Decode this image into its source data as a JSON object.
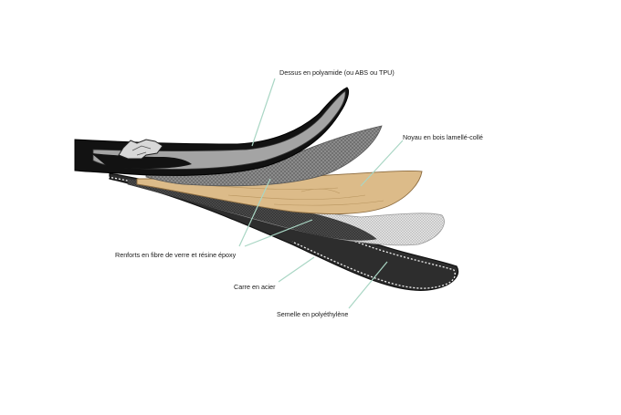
{
  "labels": {
    "top_sheet": "Dessus en polyamide (ou ABS ou TPU)",
    "wood_core": "Noyau en bois lamellé-collé",
    "fiberglass": "Renforts en fibre de verre et résine époxy",
    "steel_edge": "Carre en acier",
    "base": "Semelle en polyéthylène"
  },
  "colors": {
    "leader_line": "#a9d6c4",
    "top_sheet": "#a3a3a3",
    "wood": "#d9b886",
    "base": "#2b2b2b",
    "outline": "#1c1c1c"
  }
}
